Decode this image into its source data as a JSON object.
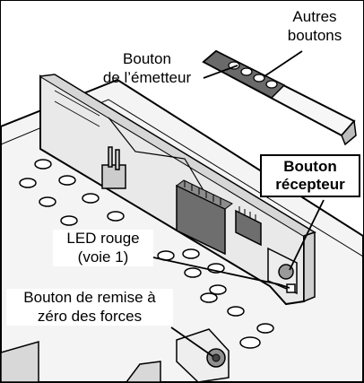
{
  "labels": {
    "other_buttons": {
      "line1": "Autres",
      "line2": "boutons"
    },
    "transmitter_button": {
      "line1": "Bouton",
      "line2": "de l’émetteur"
    },
    "receiver_button": {
      "line1": "Bouton",
      "line2": "récepteur"
    },
    "red_led": {
      "line1": "LED rouge",
      "line2": "(voie 1)"
    },
    "force_reset_button": {
      "line1": "Bouton de remise à",
      "line2": "zéro des forces"
    }
  },
  "colors": {
    "outline": "#000000",
    "board_fill": "#f3f3f3",
    "pcb_fill": "#e6e6e6",
    "chip_fill": "#6b6b6b",
    "hole_fill": "#ffffff"
  }
}
